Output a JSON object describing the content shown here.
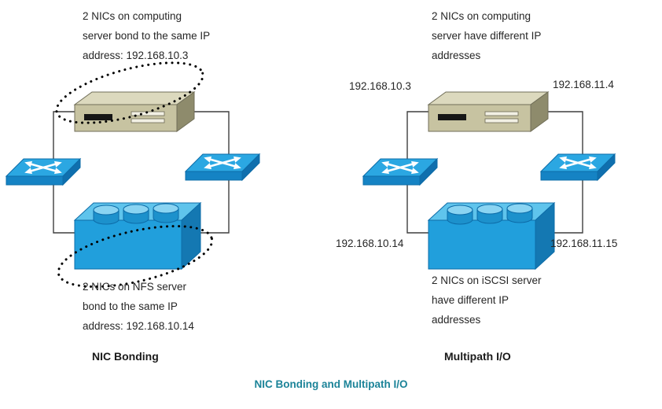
{
  "caption": "NIC Bonding and Multipath I/O",
  "nic_bonding": {
    "title": "NIC Bonding",
    "top_note": {
      "line1": "2 NICs on computing",
      "line2": "server bond to the same IP",
      "line3": "address: 192.168.10.3"
    },
    "bottom_note": {
      "line1": "2 NICs on NFS server",
      "line2": "bond to the same IP",
      "line3": "address: 192.168.10.14"
    }
  },
  "multipath": {
    "title": "Multipath I/O",
    "top_note": {
      "line1": "2 NICs on computing",
      "line2": "server have different IP",
      "line3": "addresses"
    },
    "bottom_note": {
      "line1": "2 NICs on iSCSI server",
      "line2": "have different IP",
      "line3": "addresses"
    },
    "computing_ip_left": "192.168.10.3",
    "computing_ip_right": "192.168.11.4",
    "storage_ip_left": "192.168.10.14",
    "storage_ip_right": "192.168.11.15"
  },
  "icons": {
    "computing_server": "server-icon",
    "network_switch": "network-switch-icon",
    "storage_server": "storage-server-icon",
    "bond_marker": "dotted-bond-ellipse"
  },
  "colors": {
    "server_body": "#C7C3A1",
    "server_top": "#DCD9BE",
    "server_side": "#8E8B6C",
    "switch_top": "#2BA7E2",
    "switch_front": "#1583C4",
    "storage_front": "#219FDC",
    "storage_top": "#5FC4EC",
    "storage_side": "#1478B2",
    "connection_line": "#3F3F3F",
    "bond_dots": "#000000",
    "caption_teal": "#1B8398",
    "note_text": "#262626"
  }
}
